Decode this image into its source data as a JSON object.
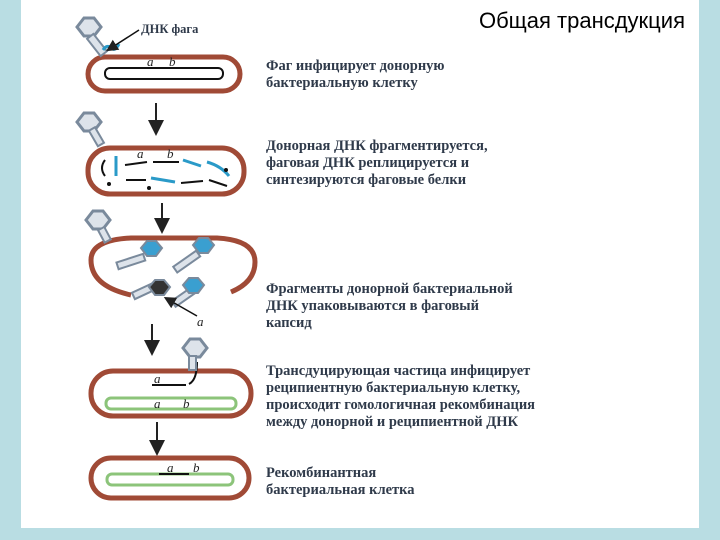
{
  "title": "Общая трансдукция",
  "labels": {
    "phage_dna": "ДНК фага",
    "gene_a": "a",
    "gene_b": "b"
  },
  "steps": [
    {
      "lines": [
        "Фаг инфицирует донорную",
        "бактериальную клетку"
      ]
    },
    {
      "lines": [
        "Донорная ДНК фрагментируется,",
        "фаговая ДНК реплицируется и",
        "синтезируются фаговые белки"
      ]
    },
    {
      "lines": [
        "Фрагменты донорной бактериальной",
        "ДНК упаковываются в фаговый",
        "капсид"
      ]
    },
    {
      "lines": [
        "Трансдуцирующая частица инфицирует",
        "реципиентную бактериальную клетку,",
        "происходит гомологичная рекомбинация",
        "между донорной и реципиентной ДНК"
      ]
    },
    {
      "lines": [
        "Рекомбинантная",
        "бактериальная клетка"
      ]
    }
  ],
  "colors": {
    "background": "#b9dde3",
    "cell_wall": "#a04a36",
    "phage": "#7a8a9c",
    "phage_dna": "#2a9ac8",
    "recipient_dna": "#8cc47a"
  }
}
